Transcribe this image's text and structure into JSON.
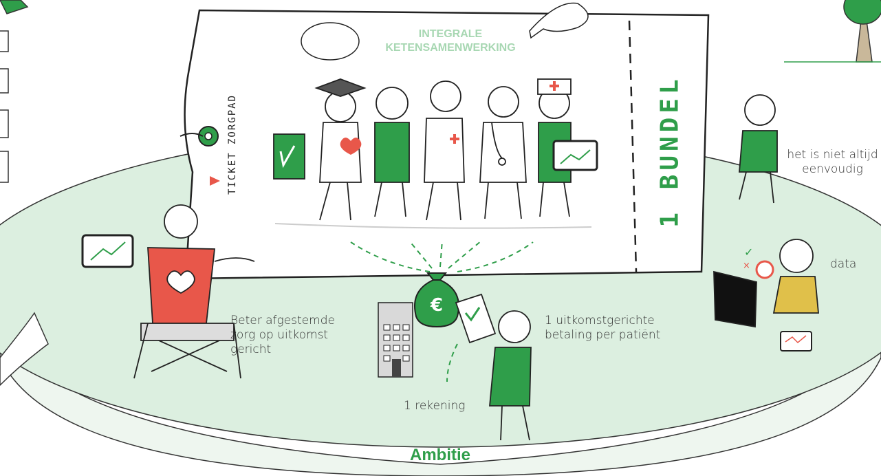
{
  "title": {
    "line1": "INTEGRALE",
    "line2": "KETENSAMENWERKING"
  },
  "ticket": {
    "label": "TICKET ZORGPAD",
    "bundle_label": "1 BUNDEL"
  },
  "captions": {
    "better_care": [
      "Beter afgestemde",
      "zorg op uitkomst",
      "gericht"
    ],
    "payment": [
      "1 uitkomstgerichte",
      "betaling per patiënt"
    ],
    "invoice": "1 rekening",
    "not_easy": [
      "het is niet altijd",
      "eenvoudig"
    ],
    "data": "data"
  },
  "footer": {
    "ambition": "Ambitie"
  },
  "icons": {
    "money_bag": "euro-symbol",
    "check": "check-mark",
    "cross": "cross-mark"
  },
  "colors": {
    "green": "#2f9e4a",
    "light_green": "#dcefe0",
    "pale_green": "#a7d7b2",
    "red": "#e8574a",
    "yellow": "#e0c04a",
    "gray": "#999999"
  }
}
